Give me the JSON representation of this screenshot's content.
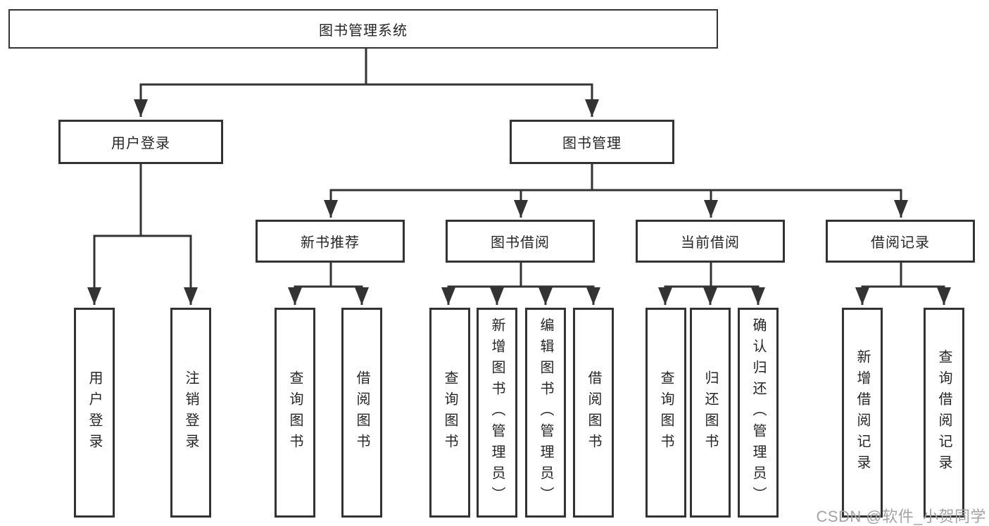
{
  "diagram": {
    "root_label": "图书管理系统",
    "branches": {
      "user": {
        "label": "用户登录",
        "leaves": [
          "用户登录",
          "注销登录"
        ]
      },
      "mgmt": {
        "label": "图书管理",
        "groups": [
          {
            "label": "新书推荐",
            "leaves": [
              "查询图书",
              "借阅图书"
            ]
          },
          {
            "label": "图书借阅",
            "leaves": [
              "查询图书",
              "新增图书（管理员）",
              "编辑图书（管理员）",
              "借阅图书"
            ]
          },
          {
            "label": "当前借阅",
            "leaves": [
              "查询图书",
              "归还图书",
              "确认归还（管理员）"
            ]
          },
          {
            "label": "借阅记录",
            "leaves": [
              "新增借阅记录",
              "查询借阅记录"
            ]
          }
        ]
      }
    },
    "watermark": "CSDN @软件_小贺同学",
    "colors": {
      "line": "#333333",
      "box_border": "#333333",
      "box_fill": "#ffffff",
      "text": "#262626",
      "watermark": "#a3a3a3"
    }
  }
}
